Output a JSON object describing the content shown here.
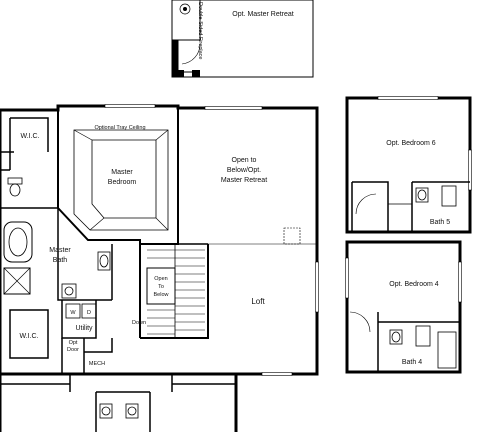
{
  "rooms": {
    "opt_master_retreat": "Opt. Master Retreat",
    "double_sided_fireplace": "Double-Sided Fireplace",
    "wic_top": "W.I.C.",
    "optional_tray_ceiling": "Optional Tray Ceiling",
    "master_bedroom_1": "Master",
    "master_bedroom_2": "Bedroom",
    "open_to_below_1": "Open to",
    "open_to_below_2": "Below/Opt.",
    "open_to_below_3": "Master Retreat",
    "opt_bedroom_6": "Opt. Bedroom 6",
    "bath_5": "Bath 5",
    "master_bath_1": "Master",
    "master_bath_2": "Bath",
    "stair_open_1": "Open",
    "stair_open_2": "To",
    "stair_open_3": "Below",
    "loft": "Loft",
    "opt_bedroom_4": "Opt. Bedroom 4",
    "bath_4": "Bath 4",
    "wic_bottom": "W.I.C.",
    "washer": "W",
    "dryer": "D",
    "utility": "Utility",
    "opt_door_1": "Opt",
    "opt_door_2": "Door",
    "mech": "MECH",
    "down": "Down"
  }
}
